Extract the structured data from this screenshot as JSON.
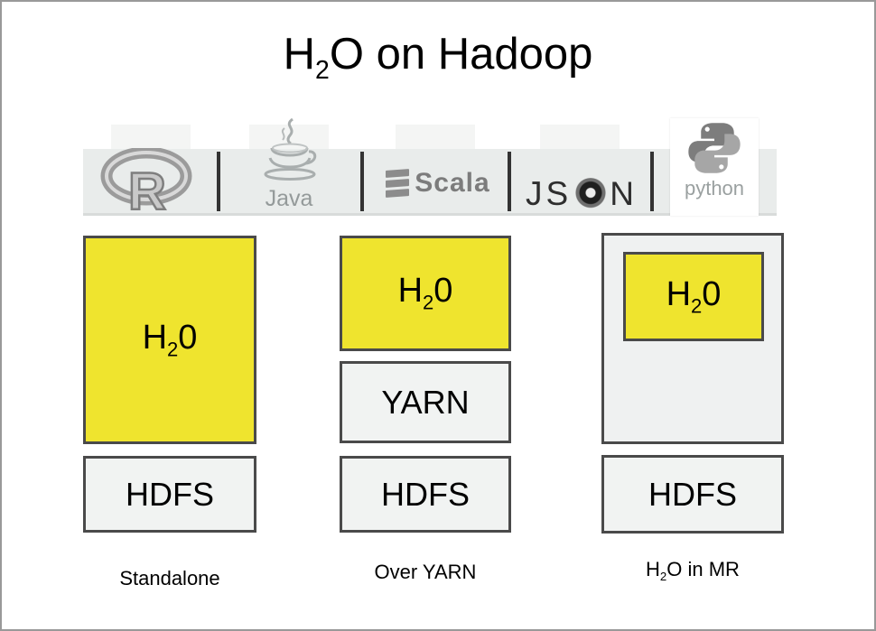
{
  "title": {
    "h": "H",
    "sub": "2",
    "rest": "O on Hadoop"
  },
  "logos": {
    "r": {
      "letter": "R"
    },
    "java": {
      "word": "Java"
    },
    "scala": {
      "word": "Scala"
    },
    "json": {
      "js": "JS",
      "n": "N"
    },
    "python": {
      "word": "python"
    }
  },
  "columns": [
    {
      "h2o": {
        "h": "H",
        "sub": "2",
        "o": "0"
      },
      "hdfs": "HDFS",
      "caption": "Standalone"
    },
    {
      "h2o": {
        "h": "H",
        "sub": "2",
        "o": "0"
      },
      "yarn": "YARN",
      "hdfs": "HDFS",
      "caption": "Over YARN"
    },
    {
      "h2o": {
        "h": "H",
        "sub": "2",
        "o": "0"
      },
      "hdfs": "HDFS",
      "caption_h": "H",
      "caption_sub": "2",
      "caption_rest": "O in MR"
    }
  ],
  "colors": {
    "h2o_yellow": "#efe42e",
    "box_fill": "#f1f3f2",
    "box_border": "#4a4a4a",
    "band": "#e9eceb",
    "tab": "#f4f5f4",
    "divider": "#333333",
    "logo_gray": "#9aa0a0"
  }
}
